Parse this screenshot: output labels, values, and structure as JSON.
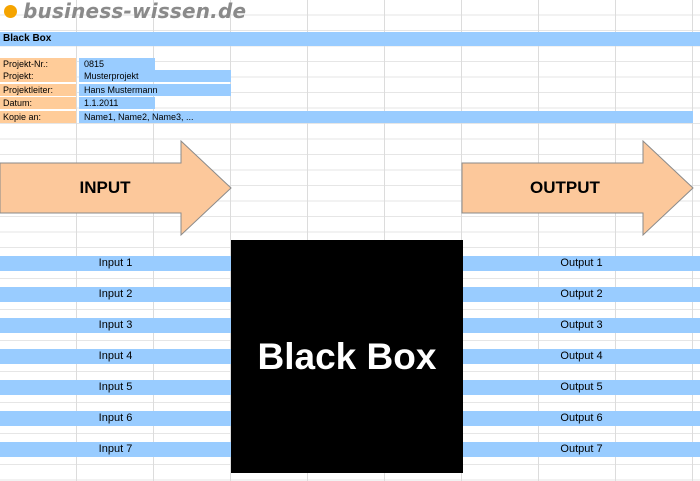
{
  "logo": {
    "text": "business-wissen.de",
    "dot_color": "#f5a400"
  },
  "title": "Black Box",
  "info": [
    {
      "label": "Projekt-Nr.:",
      "value": "0815"
    },
    {
      "label": "Projekt:",
      "value": "Musterprojekt"
    },
    {
      "label": "Projektleiter:",
      "value": "Hans Mustermann"
    },
    {
      "label": "Datum:",
      "value": "1.1.2011"
    },
    {
      "label": "Kopie an:",
      "value": "Name1, Name2, Name3, ..."
    }
  ],
  "arrows": {
    "input_label": "INPUT",
    "output_label": "OUTPUT",
    "fill": "#fcc89b"
  },
  "black_box": {
    "label": "Black Box"
  },
  "inputs": [
    "Input 1",
    "Input 2",
    "Input 3",
    "Input 4",
    "Input 5",
    "Input 6",
    "Input 7"
  ],
  "outputs": [
    "Output 1",
    "Output 2",
    "Output 3",
    "Output 4",
    "Output 5",
    "Output 6",
    "Output 7"
  ],
  "colors": {
    "bar_blue": "#99ccff",
    "label_orange": "#ffcc99",
    "box": "#000000"
  }
}
